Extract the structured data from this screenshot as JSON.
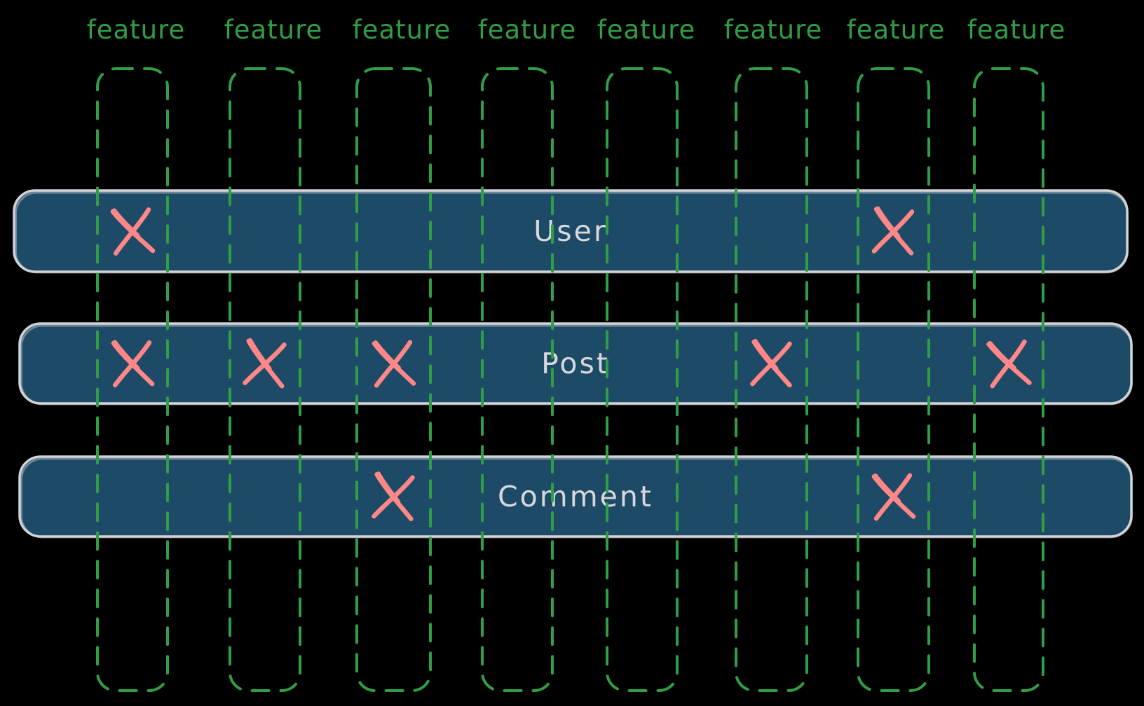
{
  "diagram": {
    "feature_labels": [
      "feature",
      "feature",
      "feature",
      "feature",
      "feature",
      "feature",
      "feature",
      "feature"
    ],
    "rows": [
      {
        "label": "User",
        "marked_features": [
          1,
          7
        ]
      },
      {
        "label": "Post",
        "marked_features": [
          1,
          2,
          3,
          6,
          8
        ]
      },
      {
        "label": "Comment",
        "marked_features": [
          3,
          7
        ]
      }
    ],
    "mark_icon": "x-mark",
    "colors": {
      "background": "#000000",
      "feature_green": "#2f9e44",
      "row_fill": "#1d4a66",
      "row_border": "#d3d3d7",
      "row_text": "#d8d8dc",
      "x_mark": "#ff8787"
    }
  }
}
